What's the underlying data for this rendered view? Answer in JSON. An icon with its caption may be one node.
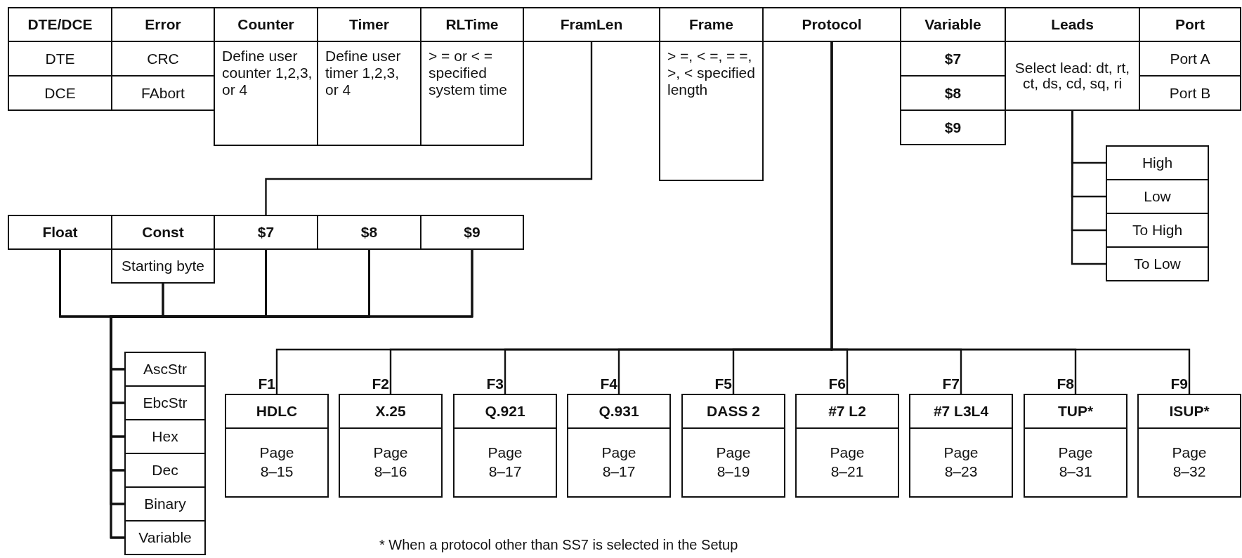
{
  "diagram": {
    "nodes": [
      {
        "text": [
          "DTE/DCE"
        ]
      },
      {
        "text": [
          "Error"
        ]
      },
      {
        "text": [
          "Counter"
        ]
      },
      {
        "text": [
          "Timer"
        ]
      },
      {
        "text": [
          "RLTime"
        ]
      },
      {
        "text": [
          "FramLen"
        ]
      },
      {
        "text": [
          "Frame"
        ]
      },
      {
        "text": [
          "Protocol"
        ]
      },
      {
        "text": [
          "Variable"
        ]
      },
      {
        "text": [
          "Leads"
        ]
      },
      {
        "text": [
          "Port"
        ]
      },
      {
        "text": [
          "DTE"
        ]
      },
      {
        "text": [
          "CRC"
        ]
      },
      {
        "text": [
          "Define user counter 1,2,3, or 4"
        ]
      },
      {
        "text": [
          "Define user timer 1,2,3, or 4"
        ]
      },
      {
        "text": [
          "> = or < = specified system time"
        ]
      },
      {
        "text": [
          "> =, < =, = =, >, < specified length"
        ]
      },
      {
        "text": [
          "$7"
        ]
      },
      {
        "text": [
          "Select lead: dt, rt, ct, ds, cd, sq, ri"
        ]
      },
      {
        "text": [
          "Port A"
        ]
      },
      {
        "text": [
          "DCE"
        ]
      },
      {
        "text": [
          "FAbort"
        ]
      },
      {
        "text": [
          "$8"
        ]
      },
      {
        "text": [
          "Port B"
        ]
      },
      {
        "text": [
          "$9"
        ]
      },
      {
        "text": [
          "High"
        ]
      },
      {
        "text": [
          "Low"
        ]
      },
      {
        "text": [
          "To High"
        ]
      },
      {
        "text": [
          "To Low"
        ]
      },
      {
        "text": [
          "Float"
        ]
      },
      {
        "text": [
          "Const"
        ]
      },
      {
        "text": [
          "$7"
        ]
      },
      {
        "text": [
          "$8"
        ]
      },
      {
        "text": [
          "$9"
        ]
      },
      {
        "text": [
          "Starting byte"
        ]
      },
      {
        "text": [
          "AscStr"
        ]
      },
      {
        "text": [
          "EbcStr"
        ]
      },
      {
        "text": [
          "Hex"
        ]
      },
      {
        "text": [
          "Dec"
        ]
      },
      {
        "text": [
          "Binary"
        ]
      },
      {
        "text": [
          "Variable"
        ]
      },
      {
        "text": [
          "HDLC",
          "Page 8–15"
        ],
        "beside": [
          "F1"
        ]
      },
      {
        "text": [
          "X.25",
          "Page 8–16"
        ],
        "beside": [
          "F2"
        ]
      },
      {
        "text": [
          "Q.921",
          "Page 8–17"
        ],
        "beside": [
          "F3"
        ]
      },
      {
        "text": [
          "Q.931",
          "Page 8–17"
        ],
        "beside": [
          "F4"
        ]
      },
      {
        "text": [
          "DASS 2",
          "Page 8–19"
        ],
        "beside": [
          "F5"
        ]
      },
      {
        "text": [
          "#7 L2",
          "Page 8–21"
        ],
        "beside": [
          "F6"
        ]
      },
      {
        "text": [
          "#7 L3L4",
          "Page 8–23"
        ],
        "beside": [
          "F7"
        ]
      },
      {
        "text": [
          "TUP*",
          "Page 8–31"
        ],
        "beside": [
          "F8"
        ]
      },
      {
        "text": [
          "ISUP*",
          "Page 8–32"
        ],
        "beside": [
          "F9"
        ]
      }
    ],
    "edges": [
      {
        "from": 5,
        "to": 31,
        "arrow": "none"
      },
      {
        "from": 29,
        "to": 35,
        "arrow": "none"
      },
      {
        "from": 29,
        "to": 36,
        "arrow": "none"
      },
      {
        "from": 29,
        "to": 37,
        "arrow": "none"
      },
      {
        "from": 29,
        "to": 38,
        "arrow": "none"
      },
      {
        "from": 29,
        "to": 39,
        "arrow": "none"
      },
      {
        "from": 29,
        "to": 40,
        "arrow": "none"
      },
      {
        "from": 34,
        "to": 35,
        "arrow": "none"
      },
      {
        "from": 34,
        "to": 36,
        "arrow": "none"
      },
      {
        "from": 34,
        "to": 37,
        "arrow": "none"
      },
      {
        "from": 34,
        "to": 38,
        "arrow": "none"
      },
      {
        "from": 34,
        "to": 39,
        "arrow": "none"
      },
      {
        "from": 34,
        "to": 40,
        "arrow": "none"
      },
      {
        "from": 31,
        "to": 35,
        "arrow": "none"
      },
      {
        "from": 31,
        "to": 36,
        "arrow": "none"
      },
      {
        "from": 31,
        "to": 37,
        "arrow": "none"
      },
      {
        "from": 31,
        "to": 38,
        "arrow": "none"
      },
      {
        "from": 31,
        "to": 39,
        "arrow": "none"
      },
      {
        "from": 31,
        "to": 40,
        "arrow": "none"
      },
      {
        "from": 32,
        "to": 35,
        "arrow": "none"
      },
      {
        "from": 32,
        "to": 36,
        "arrow": "none"
      },
      {
        "from": 32,
        "to": 37,
        "arrow": "none"
      },
      {
        "from": 32,
        "to": 38,
        "arrow": "none"
      },
      {
        "from": 32,
        "to": 39,
        "arrow": "none"
      },
      {
        "from": 32,
        "to": 40,
        "arrow": "none"
      },
      {
        "from": 33,
        "to": 35,
        "arrow": "none"
      },
      {
        "from": 33,
        "to": 36,
        "arrow": "none"
      },
      {
        "from": 33,
        "to": 37,
        "arrow": "none"
      },
      {
        "from": 33,
        "to": 38,
        "arrow": "none"
      },
      {
        "from": 33,
        "to": 39,
        "arrow": "none"
      },
      {
        "from": 33,
        "to": 40,
        "arrow": "none"
      },
      {
        "from": 7,
        "to": 41,
        "arrow": "none"
      },
      {
        "from": 7,
        "to": 42,
        "arrow": "none"
      },
      {
        "from": 7,
        "to": 43,
        "arrow": "none"
      },
      {
        "from": 7,
        "to": 44,
        "arrow": "none"
      },
      {
        "from": 7,
        "to": 45,
        "arrow": "none"
      },
      {
        "from": 7,
        "to": 46,
        "arrow": "none"
      },
      {
        "from": 7,
        "to": 47,
        "arrow": "none"
      },
      {
        "from": 7,
        "to": 48,
        "arrow": "none"
      },
      {
        "from": 7,
        "to": 49,
        "arrow": "none"
      },
      {
        "from": 18,
        "to": 25,
        "arrow": "none"
      },
      {
        "from": 18,
        "to": 26,
        "arrow": "none"
      },
      {
        "from": 18,
        "to": 27,
        "arrow": "none"
      },
      {
        "from": 18,
        "to": 28,
        "arrow": "none"
      }
    ],
    "labels": [
      "* When a protocol other than SS7 is selected in the Setup"
    ]
  }
}
